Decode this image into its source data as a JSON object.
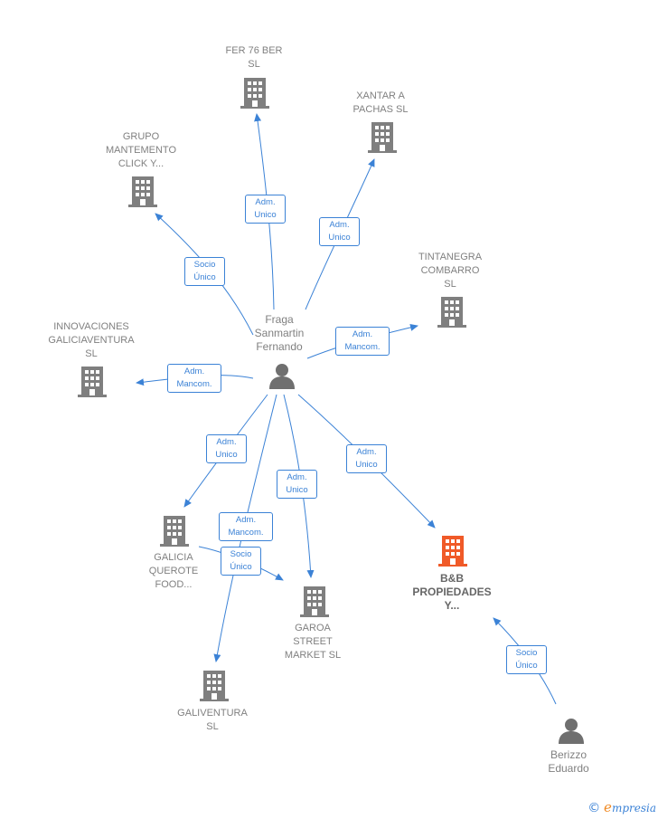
{
  "colors": {
    "edge": "#3b82d6",
    "building": "#7f7f7f",
    "building_highlight": "#f05a28",
    "person": "#6f6f6f",
    "label": "#808080"
  },
  "nodes": [
    {
      "id": "fer76",
      "type": "company",
      "lines": [
        "FER 76 BER",
        "SL"
      ]
    },
    {
      "id": "xantar",
      "type": "company",
      "lines": [
        "XANTAR A",
        "PACHAS  SL"
      ]
    },
    {
      "id": "grupo",
      "type": "company",
      "lines": [
        "GRUPO",
        "MANTEMENTO",
        "CLICK Y..."
      ]
    },
    {
      "id": "tintanegra",
      "type": "company",
      "lines": [
        "TINTANEGRA",
        "COMBARRO",
        "SL"
      ]
    },
    {
      "id": "innovaciones",
      "type": "company",
      "lines": [
        "INNOVACIONES",
        "GALICIAVENTURA",
        "SL"
      ]
    },
    {
      "id": "fraga",
      "type": "person",
      "lines": [
        "Fraga",
        "Sanmartin",
        "Fernando"
      ]
    },
    {
      "id": "galicia",
      "type": "company",
      "lines": [
        "GALICIA",
        "QUEROTE",
        "FOOD..."
      ]
    },
    {
      "id": "garoa",
      "type": "company",
      "lines": [
        "GAROA",
        "STREET",
        "MARKET  SL"
      ]
    },
    {
      "id": "bb",
      "type": "company",
      "highlight": true,
      "lines": [
        "B&B",
        "PROPIEDADES",
        "Y..."
      ]
    },
    {
      "id": "galiventura",
      "type": "company",
      "lines": [
        "GALIVENTURA",
        "SL"
      ]
    },
    {
      "id": "berizzo",
      "type": "person",
      "lines": [
        "Berizzo",
        "Eduardo"
      ]
    }
  ],
  "edges": [
    {
      "id": "fraga-fer76",
      "lines": [
        "Adm.",
        "Unico"
      ]
    },
    {
      "id": "fraga-xantar",
      "lines": [
        "Adm.",
        "Unico"
      ]
    },
    {
      "id": "fraga-grupo",
      "lines": [
        "Socio",
        "Único"
      ]
    },
    {
      "id": "fraga-tintanegra",
      "lines": [
        "Adm.",
        "Mancom."
      ]
    },
    {
      "id": "fraga-innovaciones",
      "lines": [
        "Adm.",
        "Mancom."
      ]
    },
    {
      "id": "fraga-galicia",
      "lines": [
        "Adm.",
        "Unico"
      ]
    },
    {
      "id": "fraga-garoa",
      "lines": [
        "Adm.",
        "Unico"
      ]
    },
    {
      "id": "fraga-bb",
      "lines": [
        "Adm.",
        "Unico"
      ]
    },
    {
      "id": "fraga-galiventura",
      "lines": [
        "Adm.",
        "Mancom."
      ]
    },
    {
      "id": "galicia-garoa",
      "lines": [
        "Socio",
        "Único"
      ]
    },
    {
      "id": "berizzo-bb",
      "lines": [
        "Socio",
        "Único"
      ]
    }
  ],
  "watermark": {
    "symbol": "©",
    "brand_initial": "e",
    "brand_rest": "mpresia"
  }
}
